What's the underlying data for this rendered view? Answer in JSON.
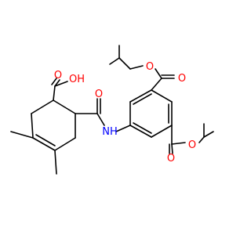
{
  "molecule": {
    "atom_labels": {
      "carboxylic_acid_oxygen": "O",
      "carboxylic_acid_hydroxyl": "OH",
      "amide_oxygen": "O",
      "amide_nitrogen": "NH",
      "ester_top_ether_oxygen": "O",
      "ester_top_carbonyl_oxygen": "O",
      "ester_bottom_carbonyl_oxygen": "O",
      "ester_bottom_ether_oxygen": "O"
    },
    "colors": {
      "bond": "#000000",
      "oxygen": "#ff0000",
      "nitrogen": "#0000ff",
      "background": "#ffffff"
    }
  }
}
